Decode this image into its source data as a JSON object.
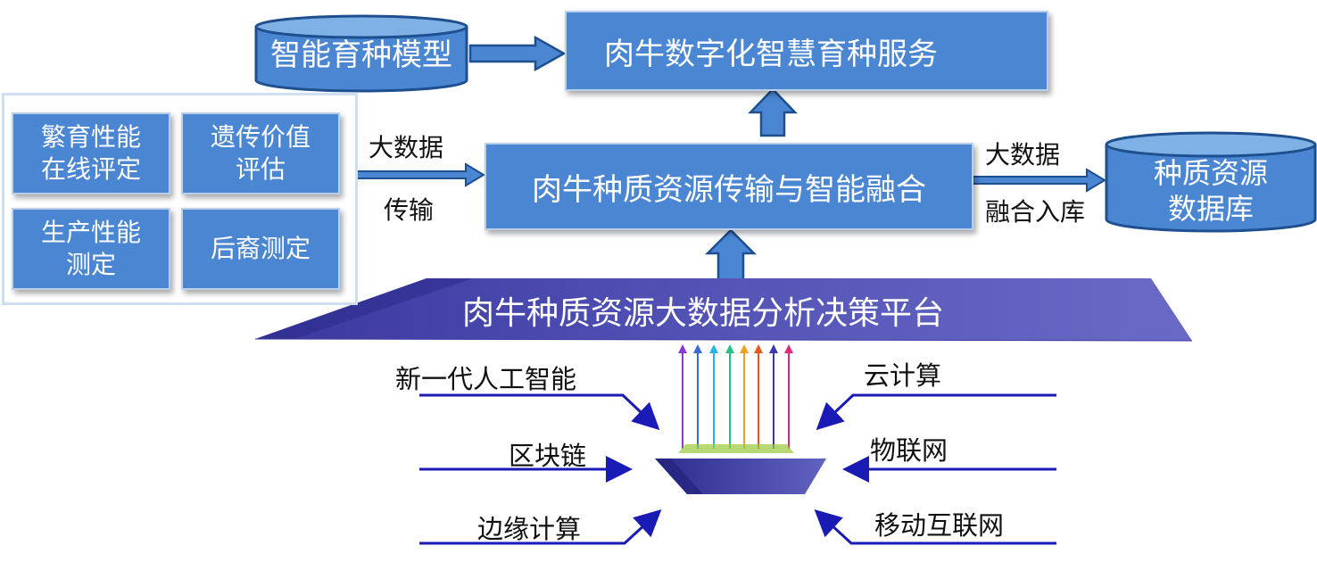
{
  "top": {
    "model_db": "智能育种模型",
    "service": "肉牛数字化智慧育种服务"
  },
  "left_panel": {
    "items": [
      [
        "繁育性能",
        "在线评定"
      ],
      [
        "遗传价值",
        "评估"
      ],
      [
        "生产性能",
        "测定"
      ],
      [
        "后裔测定"
      ]
    ]
  },
  "middle": {
    "in_label_top": "大数据",
    "in_label_bottom": "传输",
    "fusion": "肉牛种质资源传输与智能融合",
    "out_label_top": "大数据",
    "out_label_bottom": "融合入库",
    "database": [
      "种质资源",
      "数据库"
    ]
  },
  "platform": "肉牛种质资源大数据分析决策平台",
  "technologies": {
    "left": [
      "新一代人工智能",
      "区块链",
      "边缘计算"
    ],
    "right": [
      "云计算",
      "物联网",
      "移动互联网"
    ]
  },
  "colors": {
    "box_fill": "#4a86d2",
    "box_border": "#b9cfea",
    "platform_fill": "#5050b0",
    "tech_line": "#1a1ab4"
  }
}
